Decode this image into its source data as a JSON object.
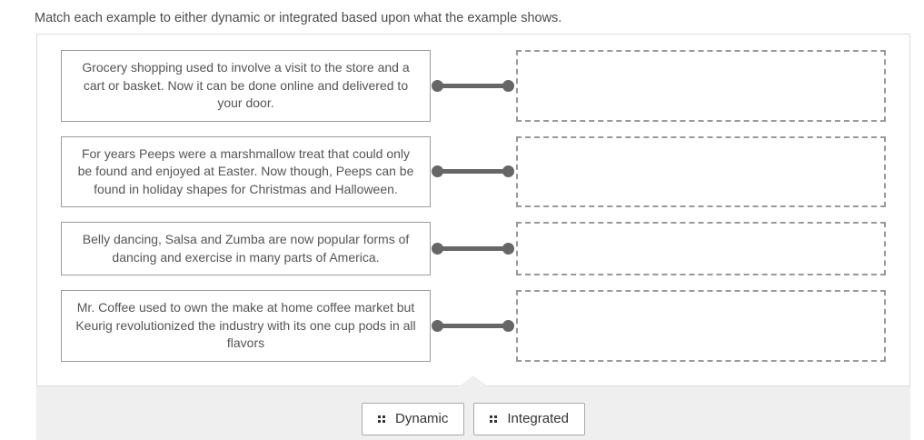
{
  "page": {
    "instruction": "Match each example to either dynamic or integrated based upon what the example shows."
  },
  "rows": [
    {
      "text": "Grocery shopping used to involve a visit to the store and a cart or basket.  Now it can be done online and delivered to your door."
    },
    {
      "text": "For years Peeps were a marshmallow treat that could only be found and enjoyed at Easter.  Now though, Peeps can be found in holiday shapes for Christmas and Halloween."
    },
    {
      "text": "Belly dancing, Salsa and Zumba are now popular forms of dancing and exercise in many parts of America."
    },
    {
      "text": "Mr. Coffee used to own the make at home coffee market but Keurig revolutionized the industry with its one cup pods in all flavors"
    }
  ],
  "bank": {
    "options": [
      {
        "label": "Dynamic"
      },
      {
        "label": "Integrated"
      }
    ]
  },
  "colors": {
    "connector": "#666666",
    "example_box_border": "#9b9b9b",
    "drop_zone_border": "#999999",
    "panel_border": "#dcdcdc",
    "bank_background": "#efefef",
    "text": "#555555"
  }
}
